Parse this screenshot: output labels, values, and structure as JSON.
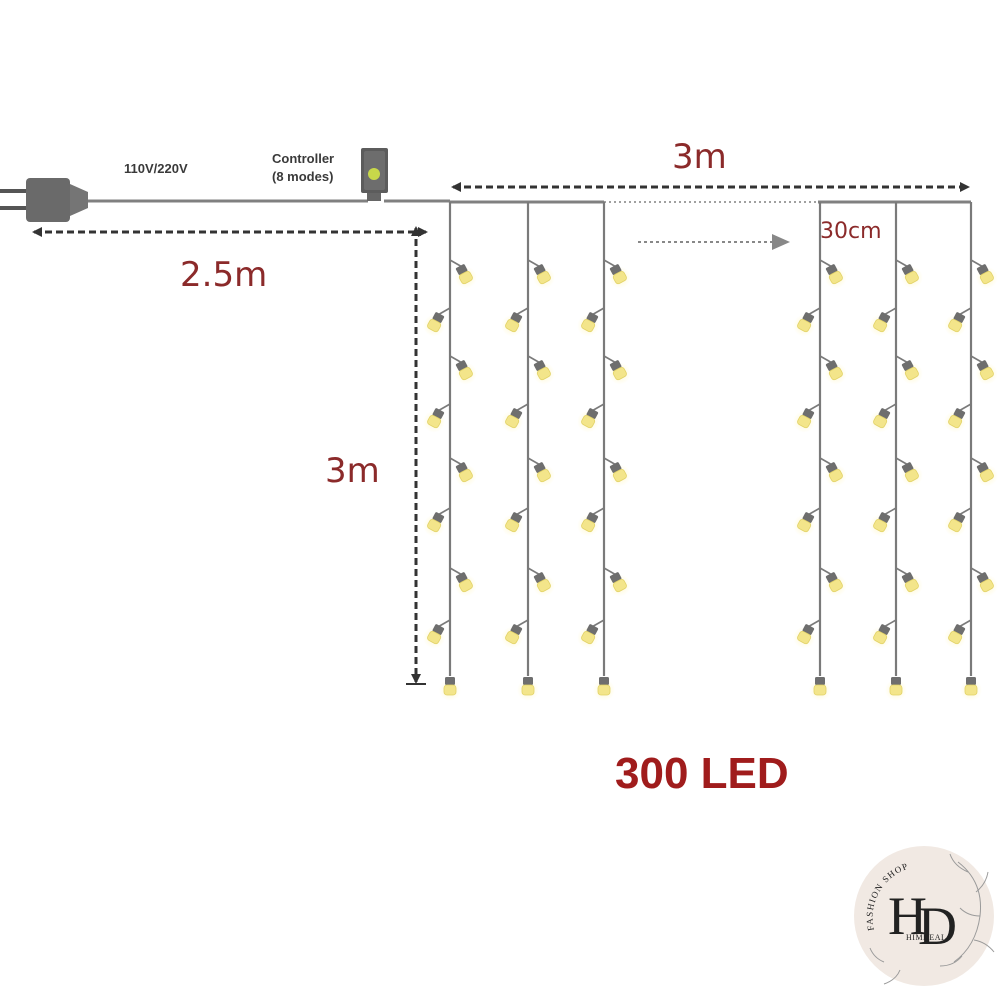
{
  "labels": {
    "voltage": "110V/220V",
    "controller_line1": "Controller",
    "controller_line2": "(8 modes)",
    "width": "3m",
    "spacing": "30cm",
    "lead_length": "2.5m",
    "drop_length": "3m",
    "led_count": "300 LED"
  },
  "logo": {
    "circle_text": "FASHION SHOP",
    "initials_h": "H",
    "initials_d": "D",
    "brand": "HIMDEAL"
  },
  "colors": {
    "wire": "#7a7a7a",
    "dimension_line": "#333333",
    "led": "#f3e58a",
    "led_glow": "#fbf4c4",
    "socket": "#6e6e6e",
    "controller_body": "#5f5f5f",
    "controller_button": "#c8d84a",
    "accent_red": "#a01c1c",
    "logo_bg": "#f1e9e3"
  }
}
